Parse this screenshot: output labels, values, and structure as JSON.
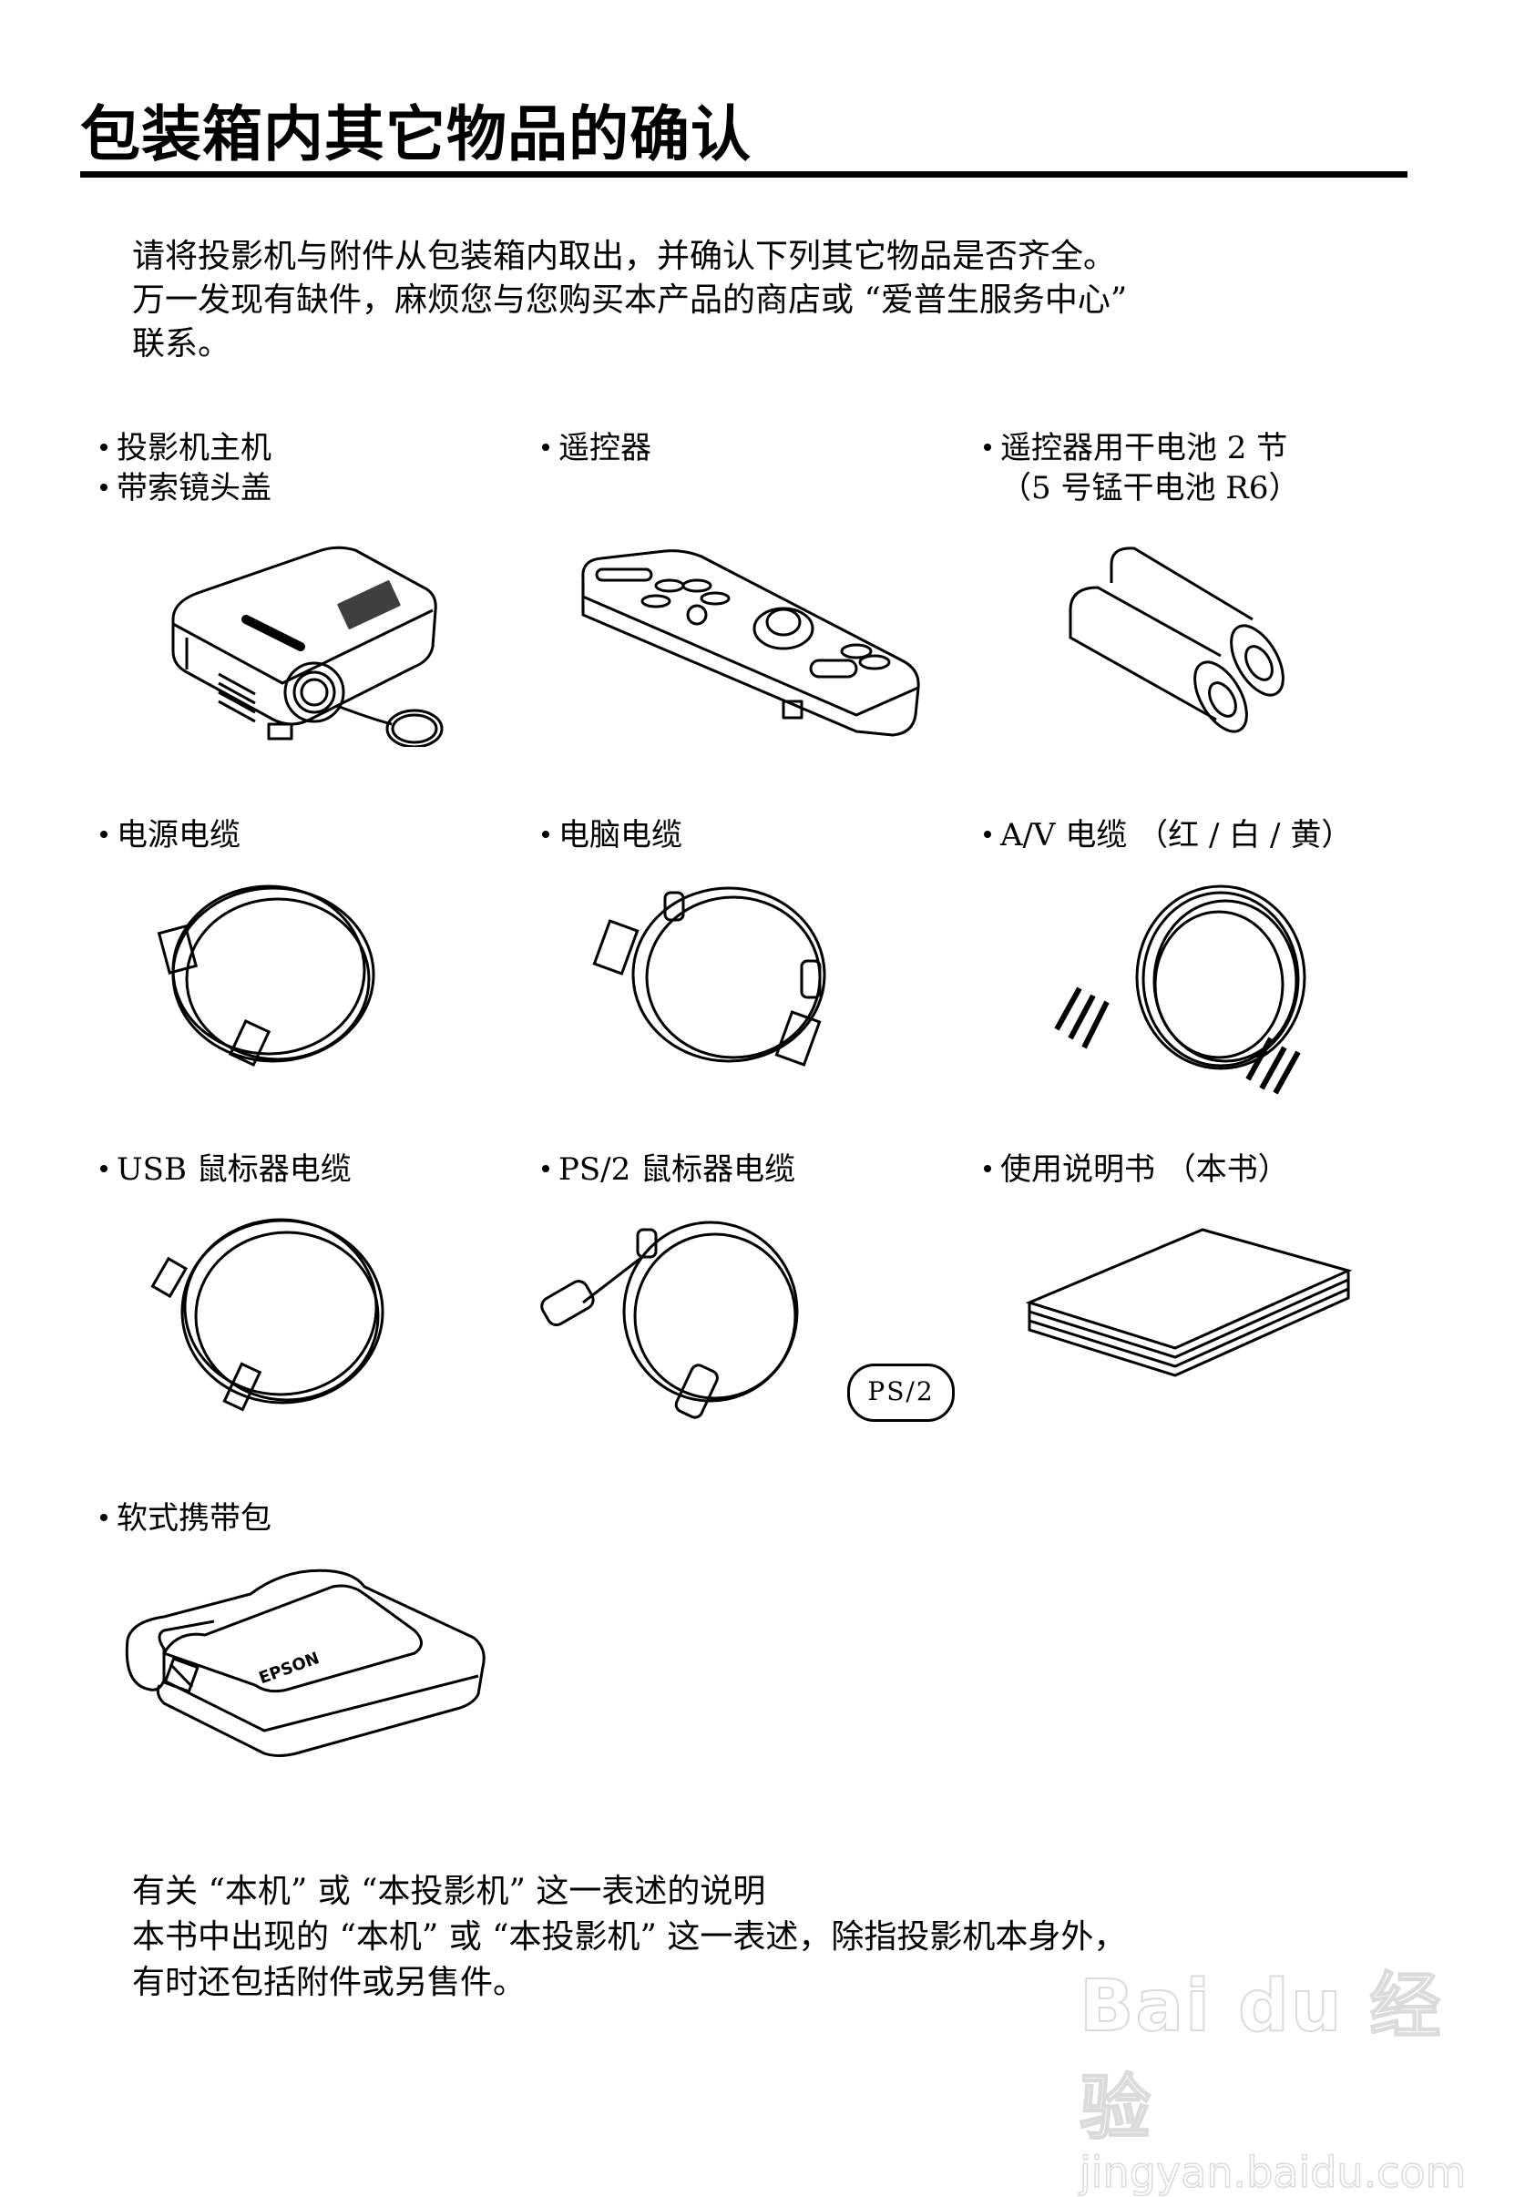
{
  "page": {
    "title": "包装箱内其它物品的确认",
    "intro": [
      "请将投影机与附件从包装箱内取出，并确认下列其它物品是否齐全。",
      "万一发现有缺件，麻烦您与您购买本产品的商店或 “爱普生服务中心”",
      "联系。"
    ]
  },
  "items": [
    {
      "lines": [
        "投影机主机",
        "带索镜头盖"
      ],
      "bullets": [
        true,
        true
      ],
      "icon": "projector-illustration"
    },
    {
      "lines": [
        "遥控器"
      ],
      "bullets": [
        true
      ],
      "icon": "remote-control-illustration"
    },
    {
      "lines": [
        "遥控器用干电池 2 节",
        "（5 号锰干电池 R6）"
      ],
      "bullets": [
        true,
        false
      ],
      "icon": "batteries-illustration"
    },
    {
      "lines": [
        "电源电缆"
      ],
      "bullets": [
        true
      ],
      "icon": "power-cable-illustration"
    },
    {
      "lines": [
        "电脑电缆"
      ],
      "bullets": [
        true
      ],
      "icon": "computer-cable-illustration"
    },
    {
      "lines": [
        "A/V 电缆 （红 / 白 / 黄）"
      ],
      "bullets": [
        true
      ],
      "icon": "av-cable-illustration"
    },
    {
      "lines": [
        "USB 鼠标器电缆"
      ],
      "bullets": [
        true
      ],
      "icon": "usb-mouse-cable-illustration"
    },
    {
      "lines": [
        "PS/2 鼠标器电缆"
      ],
      "bullets": [
        true
      ],
      "icon": "ps2-mouse-cable-illustration",
      "badge": "PS/2"
    },
    {
      "lines": [
        "使用说明书 （本书）"
      ],
      "bullets": [
        true
      ],
      "icon": "manual-illustration"
    },
    {
      "lines": [
        "软式携带包"
      ],
      "bullets": [
        true
      ],
      "icon": "soft-carrying-case-illustration",
      "brand": "EPSON"
    }
  ],
  "note": [
    "有关 “本机” 或 “本投影机” 这一表述的说明",
    "本书中出现的 “本机” 或 “本投影机” 这一表述，除指投影机本身外，",
    "有时还包括附件或另售件。"
  ],
  "watermark": {
    "logo": "Bai du 经验",
    "url": "jingyan.baidu.com"
  }
}
